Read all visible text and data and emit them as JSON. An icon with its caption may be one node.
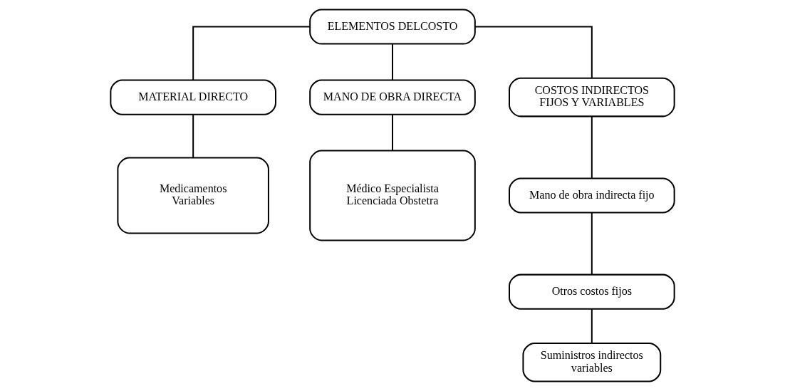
{
  "diagram": {
    "nodes": [
      {
        "text": [
          "ELEMENTOS DELCOSTO"
        ]
      },
      {
        "text": [
          "MATERIAL DIRECTO"
        ]
      },
      {
        "text": [
          "MANO DE OBRA DIRECTA"
        ]
      },
      {
        "text": [
          "COSTOS INDIRECTOS FIJOS Y VARIABLES"
        ]
      },
      {
        "text": [
          "Medicamentos Variables"
        ]
      },
      {
        "text": [
          "Médico Especialista Licenciada Obstetra"
        ]
      },
      {
        "text": [
          "Mano de obra indirecta fijo"
        ]
      },
      {
        "text": [
          "Otros costos fijos"
        ]
      },
      {
        "text": [
          "Suministros indirectos variables"
        ]
      }
    ],
    "edges": [
      {
        "from": 0,
        "to": 1,
        "arrow": "none"
      },
      {
        "from": 0,
        "to": 2,
        "arrow": "none"
      },
      {
        "from": 0,
        "to": 3,
        "arrow": "none"
      },
      {
        "from": 1,
        "to": 4,
        "arrow": "none"
      },
      {
        "from": 2,
        "to": 5,
        "arrow": "none"
      },
      {
        "from": 3,
        "to": 6,
        "arrow": "none"
      },
      {
        "from": 6,
        "to": 7,
        "arrow": "none"
      },
      {
        "from": 7,
        "to": 8,
        "arrow": "none"
      }
    ]
  }
}
